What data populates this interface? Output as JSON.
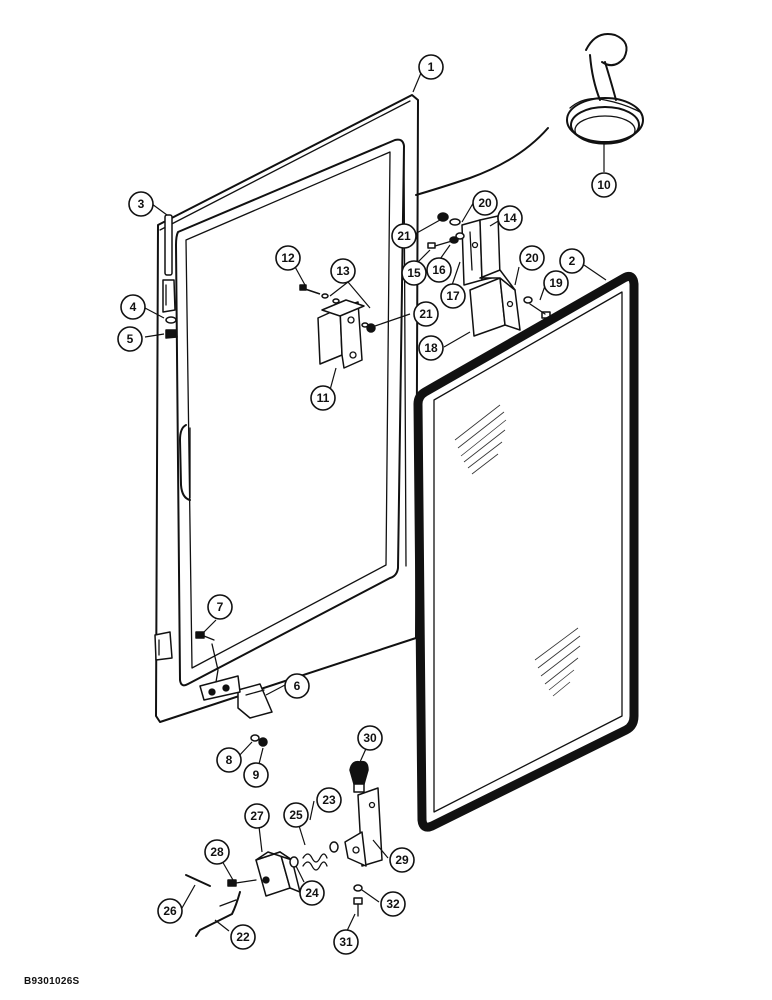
{
  "figure_code": "B9301026S",
  "callouts": {
    "c1": "1",
    "c2": "2",
    "c3": "3",
    "c4": "4",
    "c5": "5",
    "c6": "6",
    "c7": "7",
    "c8": "8",
    "c9": "9",
    "c10": "10",
    "c11": "11",
    "c12": "12",
    "c13": "13",
    "c14": "14",
    "c15": "15",
    "c16": "16",
    "c17": "17",
    "c18": "18",
    "c19": "19",
    "c20a": "20",
    "c20b": "20",
    "c21a": "21",
    "c21b": "21",
    "c22": "22",
    "c23": "23",
    "c24": "24",
    "c25": "25",
    "c26": "26",
    "c27": "27",
    "c28": "28",
    "c29": "29",
    "c30": "30",
    "c31": "31",
    "c32": "32"
  },
  "colors": {
    "ink": "#111111",
    "paper": "#ffffff"
  }
}
